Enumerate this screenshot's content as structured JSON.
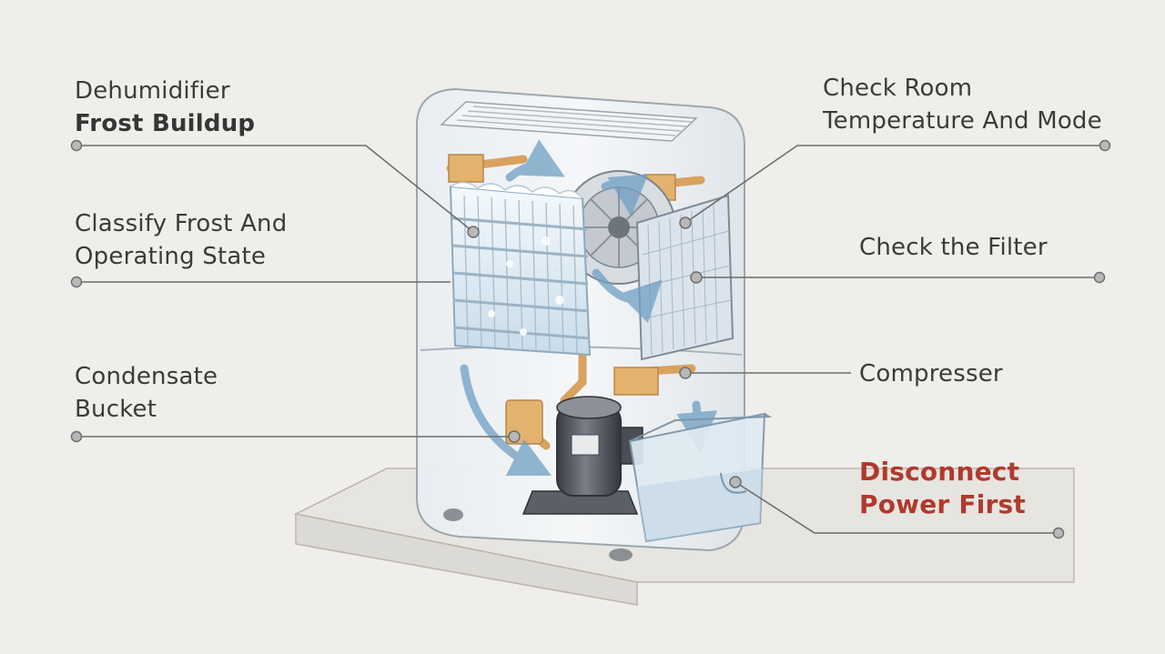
{
  "diagram": {
    "title": {
      "line1": "Dehumidifier",
      "line2": "Frost Buildup"
    },
    "callouts": {
      "classify": {
        "line1": "Classify Frost And",
        "line2": "Operating State"
      },
      "bucket": {
        "line1": "Condensate",
        "line2": "Bucket"
      },
      "room": {
        "line1": "Check Room",
        "line2": "Temperature And Mode"
      },
      "filter": {
        "line1": "Check the Filter"
      },
      "compressor": {
        "line1": "Compresser"
      },
      "power": {
        "line1": "Disconnect",
        "line2": "Power First"
      }
    },
    "colors": {
      "background": "#efeeea",
      "leader_line": "#6d6d6d",
      "warning_text": "#b03a2e",
      "frost": "#dbeaf4",
      "airflow": "#6f9fc4",
      "pipe": "#d9a25e",
      "compressor": "#4a4d54"
    },
    "icons": [
      "dehumidifier-cutaway-illustration",
      "frosted-evaporator-coil",
      "fan-icon",
      "air-filter",
      "compressor-icon",
      "condensate-bucket-icon"
    ]
  }
}
